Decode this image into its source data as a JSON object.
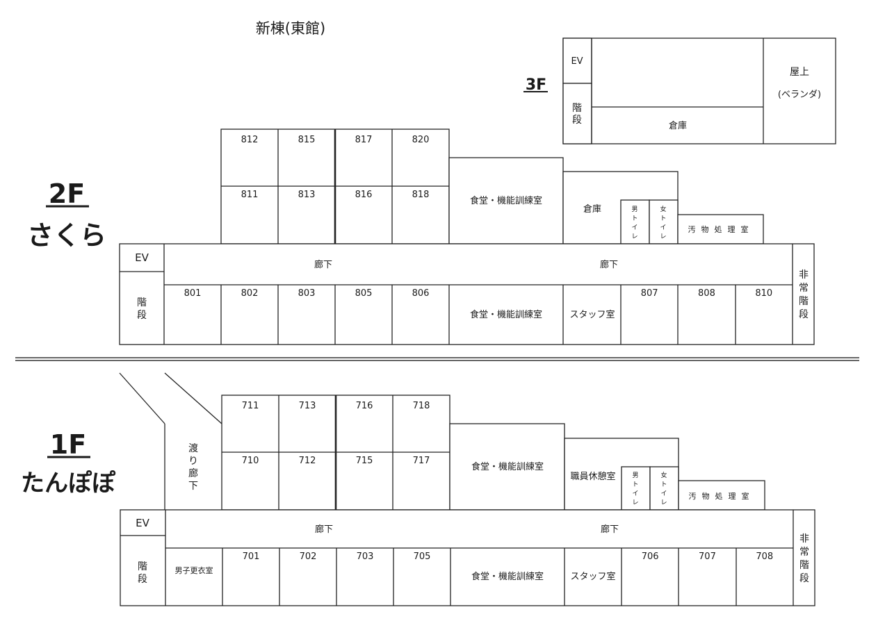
{
  "title": "新棟(東館)",
  "floor3": {
    "label": "3F",
    "ev": "EV",
    "stairs": "階段",
    "storage": "倉庫",
    "rooftop": "屋上",
    "veranda": "(ベランダ)"
  },
  "floor2": {
    "number": "2F",
    "name": "さくら",
    "ev": "EV",
    "stairs": "階段",
    "corridor_left": "廊下",
    "corridor_right": "廊下",
    "emergency_stairs": "非常階段",
    "dining_north": "食堂・機能訓練室",
    "dining_south": "食堂・機能訓練室",
    "storage": "倉庫",
    "mens_toilet": "男トイレ",
    "womens_toilet": "女トイレ",
    "soiled_room": "汚物処理室",
    "staff_room": "スタッフ室",
    "rooms_north_top": [
      "812",
      "815",
      "817",
      "820"
    ],
    "rooms_north_bottom": [
      "811",
      "813",
      "816",
      "818"
    ],
    "rooms_south_left": [
      "801",
      "802",
      "803",
      "805",
      "806"
    ],
    "rooms_south_right": [
      "807",
      "808",
      "810"
    ]
  },
  "floor1": {
    "number": "1F",
    "name": "たんぽぽ",
    "ev": "EV",
    "stairs": "階段",
    "bridge": "渡り廊下",
    "corridor_left": "廊下",
    "corridor_right": "廊下",
    "emergency_stairs": "非常階段",
    "dining_north": "食堂・機能訓練室",
    "dining_south": "食堂・機能訓練室",
    "staff_lounge": "職員休憩室",
    "mens_toilet": "男トイレ",
    "womens_toilet": "女トイレ",
    "soiled_room": "汚物処理室",
    "staff_room": "スタッフ室",
    "mens_locker": "男子更衣室",
    "rooms_north_top": [
      "711",
      "713",
      "716",
      "718"
    ],
    "rooms_north_bottom": [
      "710",
      "712",
      "715",
      "717"
    ],
    "rooms_south_left": [
      "701",
      "702",
      "703",
      "705"
    ],
    "rooms_south_right": [
      "706",
      "707",
      "708"
    ]
  }
}
